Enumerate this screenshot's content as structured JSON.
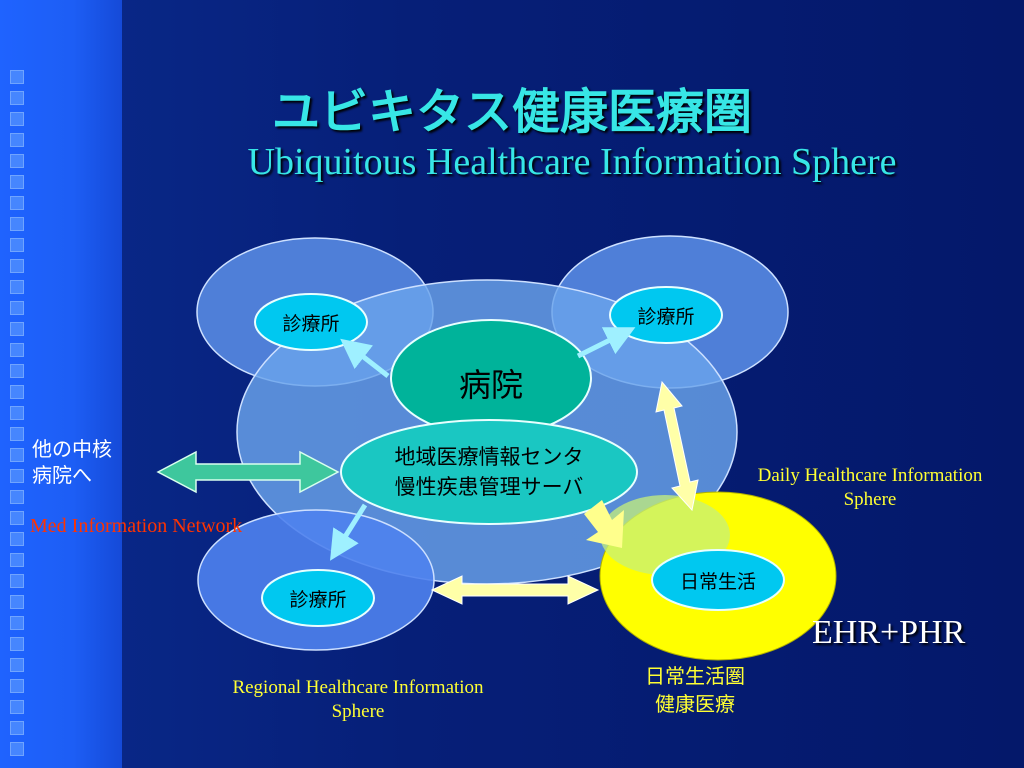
{
  "slide": {
    "title_jp": "ユビキタス健康医療圏",
    "title_en": "Ubiquitous Healthcare Information Sphere"
  },
  "diagram": {
    "clinic_top_left": "診療所",
    "clinic_top_right": "診療所",
    "clinic_bottom": "診療所",
    "hospital": "病院",
    "center_line1": "地域医療情報センタ",
    "center_line2": "慢性疾患管理サーバ",
    "daily_life": "日常生活",
    "other_hospital_line1": "他の中核",
    "other_hospital_line2": "病院へ",
    "med_network": "Med Information Network",
    "daily_sphere_line1": "Daily Healthcare Information",
    "daily_sphere_line2": "Sphere",
    "ehr_phr": "EHR+PHR",
    "daily_jp_line1": "日常生活圏",
    "daily_jp_line2": "健康医療",
    "regional_line1": "Regional Healthcare Information",
    "regional_line2": "Sphere"
  },
  "colors": {
    "title": "#37e6e6",
    "daily_sphere_ring": "#ffff00",
    "hospital": "#00b39a",
    "clinic_node": "#00c8f0",
    "label_yellow": "#ffff33",
    "label_red": "#ff3300"
  }
}
